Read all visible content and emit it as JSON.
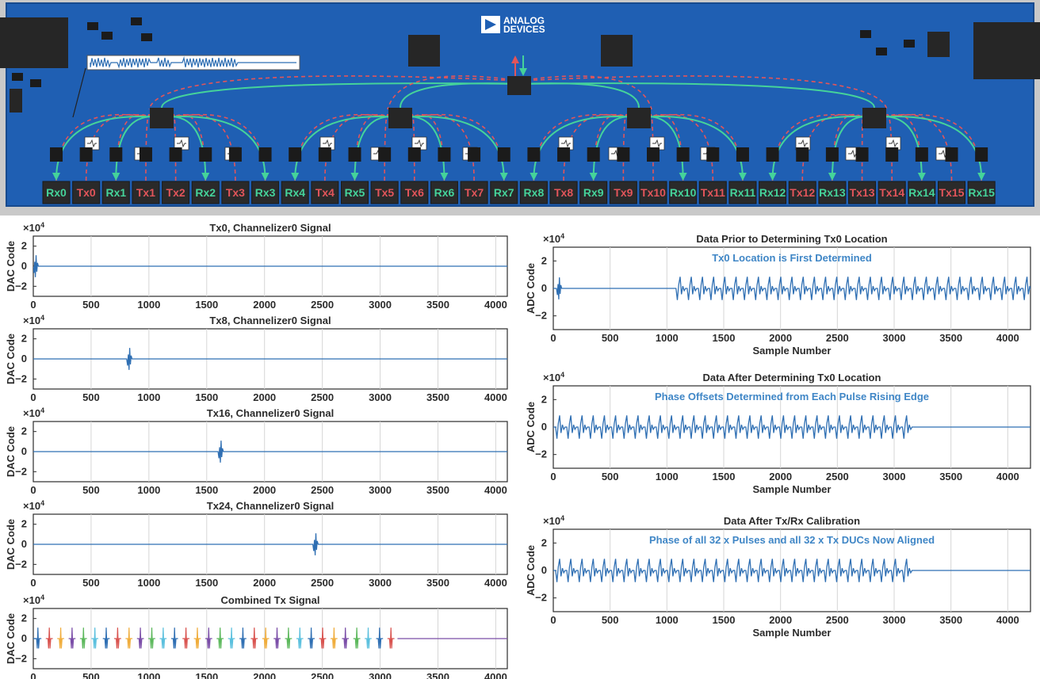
{
  "board": {
    "logo_line1": "ANALOG",
    "logo_line2": "DEVICES",
    "channels": [
      "Rx0",
      "Tx0",
      "Rx1",
      "Tx1",
      "Tx2",
      "Rx2",
      "Tx3",
      "Rx3",
      "Rx4",
      "Tx4",
      "Rx5",
      "Tx5",
      "Tx6",
      "Rx6",
      "Tx7",
      "Rx7",
      "Rx8",
      "Tx8",
      "Rx9",
      "Tx9",
      "Tx10",
      "Rx10",
      "Tx11",
      "Rx11",
      "Rx12",
      "Tx12",
      "Rx13",
      "Tx13",
      "Tx14",
      "Rx14",
      "Tx15",
      "Rx15"
    ],
    "colors": {
      "board": "#1f5fb3",
      "rx_label": "#45d39a",
      "tx_label": "#e2555a",
      "chip": "#262626",
      "frame": "#c9c9c9"
    }
  },
  "chart_data": [
    {
      "id": "c0",
      "type": "line",
      "title": "Tx0, Channelizer0 Signal",
      "ylabel": "DAC Code",
      "exponent": "×10",
      "exp_sup": "4",
      "xlim": [
        0,
        4100
      ],
      "ylim": [
        -3,
        3
      ],
      "xticks": [
        0,
        500,
        1000,
        1500,
        2000,
        2500,
        3000,
        3500,
        4000
      ],
      "yticks": [
        2,
        0,
        -2
      ],
      "series": [
        {
          "color": "#2f6fb3",
          "bursts": [
            {
              "x": 20,
              "amp": 1.1
            }
          ]
        }
      ]
    },
    {
      "id": "c1",
      "type": "line",
      "title": "Tx8, Channelizer0 Signal",
      "ylabel": "DAC Code",
      "exponent": "×10",
      "exp_sup": "4",
      "xlim": [
        0,
        4100
      ],
      "ylim": [
        -3,
        3
      ],
      "xticks": [
        0,
        500,
        1000,
        1500,
        2000,
        2500,
        3000,
        3500,
        4000
      ],
      "yticks": [
        2,
        0,
        -2
      ],
      "series": [
        {
          "color": "#2f6fb3",
          "bursts": [
            {
              "x": 830,
              "amp": 1.1
            }
          ]
        }
      ]
    },
    {
      "id": "c2",
      "type": "line",
      "title": "Tx16, Channelizer0 Signal",
      "ylabel": "DAC Code",
      "exponent": "×10",
      "exp_sup": "4",
      "xlim": [
        0,
        4100
      ],
      "ylim": [
        -3,
        3
      ],
      "xticks": [
        0,
        500,
        1000,
        1500,
        2000,
        2500,
        3000,
        3500,
        4000
      ],
      "yticks": [
        2,
        0,
        -2
      ],
      "series": [
        {
          "color": "#2f6fb3",
          "bursts": [
            {
              "x": 1620,
              "amp": 1.1
            }
          ]
        }
      ]
    },
    {
      "id": "c3",
      "type": "line",
      "title": "Tx24, Channelizer0 Signal",
      "ylabel": "DAC Code",
      "exponent": "×10",
      "exp_sup": "4",
      "xlim": [
        0,
        4100
      ],
      "ylim": [
        -3,
        3
      ],
      "xticks": [
        0,
        500,
        1000,
        1500,
        2000,
        2500,
        3000,
        3500,
        4000
      ],
      "yticks": [
        2,
        0,
        -2
      ],
      "series": [
        {
          "color": "#2f6fb3",
          "bursts": [
            {
              "x": 2440,
              "amp": 1.1
            }
          ]
        }
      ]
    },
    {
      "id": "c4",
      "type": "line",
      "title": "Combined Tx Signal",
      "ylabel": "DAC Code",
      "exponent": "×10",
      "exp_sup": "4",
      "xlim": [
        0,
        4100
      ],
      "ylim": [
        -3,
        3
      ],
      "xticks": [
        0,
        500,
        1000,
        1500,
        2000,
        2500,
        3000,
        3500,
        4000
      ],
      "yticks": [
        2,
        0,
        -2
      ],
      "train": {
        "start": 20,
        "spacing": 98.5,
        "count": 32,
        "amp": 1.1,
        "end_x": 3150,
        "colors": [
          "#2f6fb3",
          "#d9534f",
          "#f0ad3c",
          "#7b4ea8",
          "#5cb85c",
          "#5bc0de"
        ]
      }
    },
    {
      "id": "c5",
      "type": "line",
      "title": "Data Prior to Determining Tx0 Location",
      "ylabel": "ADC Code",
      "xlabel": "Sample Number",
      "exponent": "×10",
      "exp_sup": "4",
      "annotation": "Tx0 Location is First Determined",
      "xlim": [
        0,
        4200
      ],
      "ylim": [
        -3,
        3
      ],
      "xticks": [
        0,
        500,
        1000,
        1500,
        2000,
        2500,
        3000,
        3500,
        4000
      ],
      "yticks": [
        2,
        0,
        -2
      ],
      "series": [
        {
          "color": "#2f6fb3",
          "bursts": [
            {
              "x": 50,
              "amp": 0.8
            }
          ],
          "train": {
            "start": 1080,
            "spacing": 98.5,
            "end": 4200,
            "amp": 0.85
          }
        }
      ]
    },
    {
      "id": "c6",
      "type": "line",
      "title": "Data After Determining Tx0 Location",
      "ylabel": "ADC Code",
      "xlabel": "Sample Number",
      "exponent": "×10",
      "exp_sup": "4",
      "annotation": "Phase Offsets Determined from Each Pulse Rising Edge",
      "xlim": [
        0,
        4200
      ],
      "ylim": [
        -3,
        3
      ],
      "xticks": [
        0,
        500,
        1000,
        1500,
        2000,
        2500,
        3000,
        3500,
        4000
      ],
      "yticks": [
        2,
        0,
        -2
      ],
      "series": [
        {
          "color": "#2f6fb3",
          "train": {
            "start": 20,
            "spacing": 98.5,
            "end": 3170,
            "amp": 0.85
          }
        }
      ]
    },
    {
      "id": "c7",
      "type": "line",
      "title": "Data After Tx/Rx Calibration",
      "ylabel": "ADC Code",
      "xlabel": "Sample Number",
      "exponent": "×10",
      "exp_sup": "4",
      "annotation": "Phase of all 32 x Pulses and all 32 x Tx DUCs Now Aligned",
      "xlim": [
        0,
        4200
      ],
      "ylim": [
        -3,
        3
      ],
      "xticks": [
        0,
        500,
        1000,
        1500,
        2000,
        2500,
        3000,
        3500,
        4000
      ],
      "yticks": [
        2,
        0,
        -2
      ],
      "series": [
        {
          "color": "#2f6fb3",
          "train": {
            "start": 20,
            "spacing": 98.5,
            "end": 3170,
            "amp": 0.85
          }
        }
      ]
    }
  ]
}
